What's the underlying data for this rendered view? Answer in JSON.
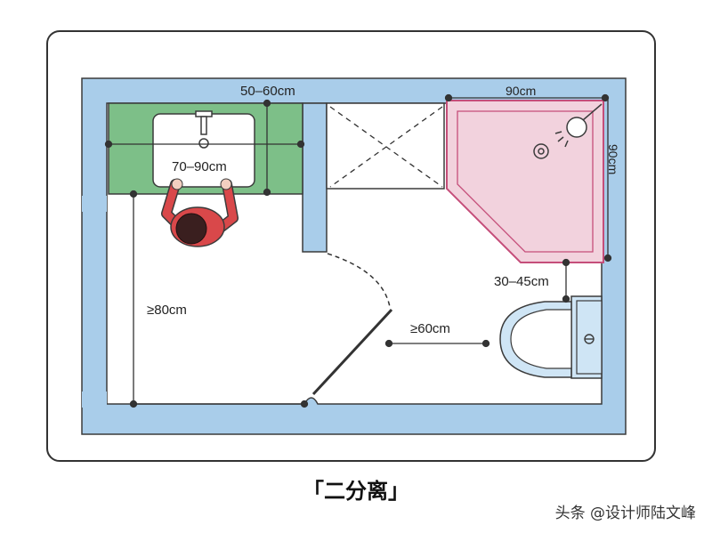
{
  "labels": {
    "sink_cabinet_width": "50–60cm",
    "sink_width": "70–90cm",
    "shower_width": "90cm",
    "shower_depth": "90cm",
    "toilet_side_gap": "30–45cm",
    "toilet_front_gap": "≥60cm",
    "walkway_width": "≥80cm"
  },
  "caption": "「二分离」",
  "watermark": "头条 @设计师陆文峰",
  "colors": {
    "wall": "#a9cdea",
    "wall_stroke": "#3b3b3b",
    "vanity": "#7dbf88",
    "shower_tray": "#f2d2dd",
    "shower_outline": "#c54e7a",
    "person": "#d9484a",
    "hair": "#3a1f1f"
  }
}
